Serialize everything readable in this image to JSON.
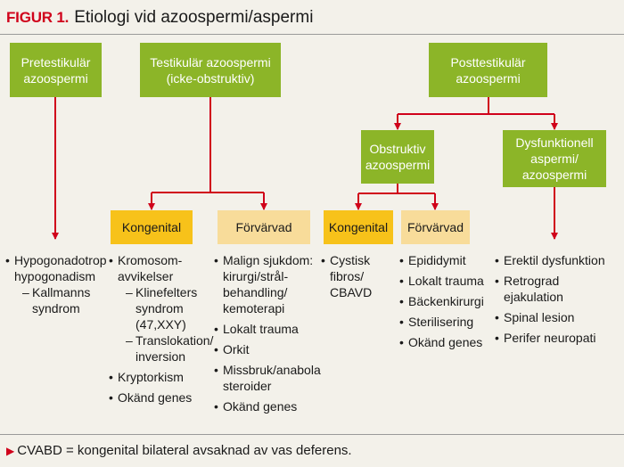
{
  "title": {
    "label": "FIGUR 1.",
    "text": "Etiologi vid azoospermi/aspermi"
  },
  "nodes": {
    "pretesticular": "Pretestikulär azoospermi",
    "testicular": "Testikulär azoospermi (icke-obstruktiv)",
    "posttesticular": "Posttestikulär azoospermi",
    "obstructive": "Obstruktiv azoospermi",
    "dysfunctional": "Dysfunktionell aspermi/ azoospermi",
    "test_congenital": "Kongenital",
    "test_acquired": "Förvärvad",
    "obs_congenital": "Kongenital",
    "obs_acquired": "Förvärvad"
  },
  "lists": {
    "pretesticular": {
      "item1": "Hypogonadotrop hypogonadism",
      "item1_sub1": "Kallmanns syndrom"
    },
    "test_congenital": {
      "item1": "Kromosom-avvikelser",
      "item1_sub1": "Klinefelters syndrom (47,XXY)",
      "item1_sub2": "Translokation/ inversion",
      "item2": "Kryptorkism",
      "item3": "Okänd genes"
    },
    "test_acquired": {
      "item1": "Malign sjukdom: kirurgi/strål-behandling/ kemoterapi",
      "item2": "Lokalt trauma",
      "item3": "Orkit",
      "item4": "Missbruk/anabola steroider",
      "item5": "Okänd genes"
    },
    "obs_congenital": {
      "item1": "Cystisk fibros/ CBAVD"
    },
    "obs_acquired": {
      "item1": "Epididymit",
      "item2": "Lokalt trauma",
      "item3": "Bäckenkirurgi",
      "item4": "Sterilisering",
      "item5": "Okänd genes"
    },
    "dysfunctional": {
      "item1": "Erektil dysfunktion",
      "item2": "Retrograd ejakulation",
      "item3": "Spinal lesion",
      "item4": "Perifer neuropati"
    }
  },
  "footnote": "CVABD = kongenital bilateral avsaknad av vas deferens.",
  "colors": {
    "green": "#8cb528",
    "gold": "#f7c21a",
    "tan": "#f8dc9a",
    "arrow": "#d0021b",
    "background": "#f3f1ea"
  }
}
